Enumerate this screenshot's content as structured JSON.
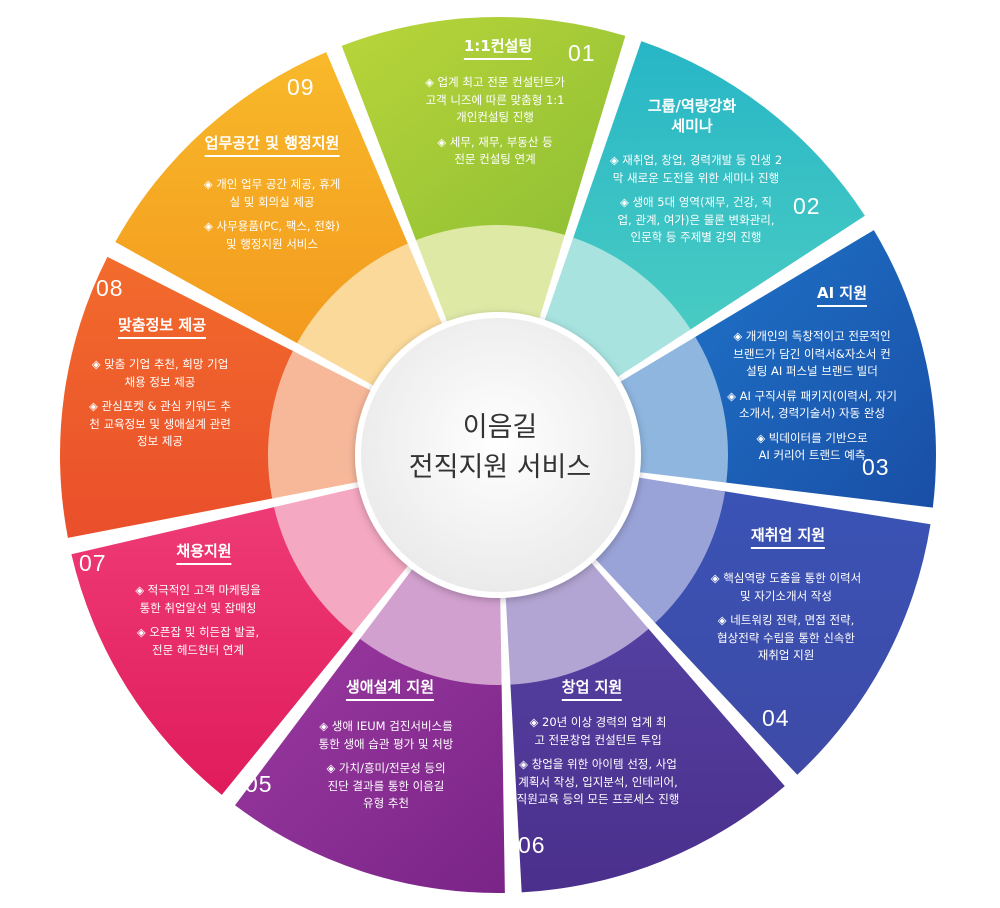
{
  "center": {
    "line1": "이음길",
    "line2": "전직지원 서비스"
  },
  "segments": [
    {
      "number": "01",
      "title": "1:1컨설팅",
      "color": "#2bbfc6",
      "items": [
        "◈ 업계 최고 전문 컨설턴트가\n고객 니즈에 따른 맞춤형 1:1\n개인컨설팅 진행",
        "◈ 세무, 재무, 부동산 등\n전문 컨설팅 연계"
      ]
    },
    {
      "number": "02",
      "title": "그룹/역량강화\n세미나",
      "color": "#1f62b8",
      "items": [
        "◈ 재취업, 창업, 경력개발 등 인생 2\n막 새로운 도전을 위한 세미나 진행",
        "◈ 생애 5대 영역(재무, 건강, 직\n업, 관계, 여가)은 물론 변화관리,\n인문학 등 주제별 강의 진행"
      ]
    },
    {
      "number": "03",
      "title": "AI 지원",
      "color": "#3d4fae",
      "items": [
        "◈ 개개인의 독창적이고 전문적인\n브랜드가 담긴 이력서&자소서 컨\n설팅 AI 퍼스널 브랜드 빌더",
        "◈ AI 구직서류 패키지(이력서, 자기\n소개서, 경력기술서) 자동 완성",
        "◈ 빅데이터를 기반으로\nAI 커리어 트랜드 예측"
      ]
    },
    {
      "number": "04",
      "title": "재취업 지원",
      "color": "#53389a",
      "items": [
        "◈ 핵심역량 도출을 통한 이력서\n및 자기소개서 작성",
        "◈ 네트워킹 전략, 면접 전략,\n협상전략 수립을 통한 신속한\n재취업 지원"
      ]
    },
    {
      "number": "06",
      "title": "창업 지원",
      "color": "#8a2d92",
      "items": [
        "◈ 20년 이상 경력의 업계 최\n고 전문창업 컨설턴트 투입",
        "◈ 창업을 위한 아이템 선정, 사업\n계획서 작성, 입지분석, 인테리어,\n직원교육 등의 모든 프로세스 진행"
      ]
    },
    {
      "number": "05",
      "title": "생애설계 지원",
      "color": "#e2246a",
      "items": [
        "◈ 생애 IEUM 검진서비스를\n통한 생애 습관 평가 및 처방",
        "◈ 가치/흥미/전문성 등의\n진단  결과를 통한 이음길\n유형 추천"
      ]
    },
    {
      "number": "07",
      "title": "채용지원",
      "color": "#ee5a2a",
      "items": [
        "◈  적극적인 고객 마케팅을\n통한 취업알선 및 잡매칭",
        "◈ 오픈잡 및 히든잡 발굴,\n전문 헤드헌터 연계"
      ]
    },
    {
      "number": "08",
      "title": "맞춤정보 제공",
      "color": "#f6a521",
      "items": [
        "◈ 맞춤 기업 추천, 희망 기업\n채용 정보 제공",
        "◈ 관심포켓 & 관심 키워드 추\n천 교육정보 및 생애설계 관련\n정보 제공"
      ]
    },
    {
      "number": "09",
      "title": "업무공간 및 행정지원",
      "color": "#a2c93a",
      "items": [
        "◈ 개인 업무 공간 제공, 휴게\n실 및 회의실 제공",
        "◈ 사무용품(PC, 팩스, 전화)\n및 행정지원 서비스"
      ]
    }
  ]
}
